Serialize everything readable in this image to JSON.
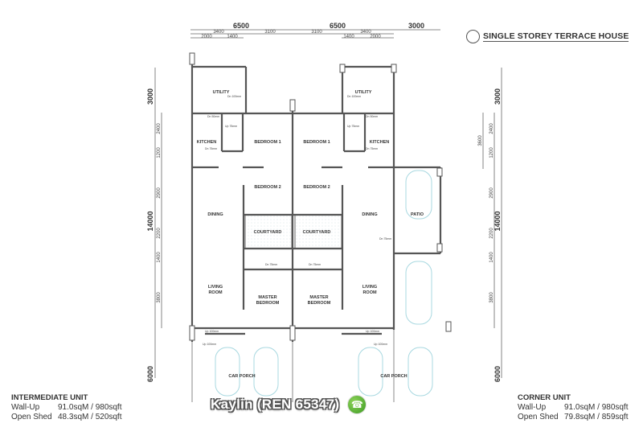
{
  "title": "SINGLE STOREY TERRACE HOUSE",
  "top_dimensions": {
    "overall": [
      "6500",
      "6500",
      "3000"
    ],
    "row2": [
      "3400",
      "3100",
      "3100",
      "3400"
    ],
    "row3": [
      "2000",
      "1400",
      "1400",
      "2000"
    ]
  },
  "left_dimensions": {
    "overall": [
      "3000",
      "14000",
      "6000"
    ],
    "segments": [
      "2400",
      "1200",
      "2900",
      "2200",
      "1400",
      "3800"
    ]
  },
  "right_dimensions": {
    "overall": [
      "3000",
      "14000",
      "6000"
    ],
    "segments": [
      "2400",
      "1200",
      "2900",
      "2200",
      "1400",
      "3800"
    ],
    "extra": "3600"
  },
  "rooms": {
    "utility_left": "UTILITY",
    "utility_right": "UTILITY",
    "kitchen_left": "KITCHEN",
    "kitchen_right": "KITCHEN",
    "bedroom1_left": "BEDROOM 1",
    "bedroom1_right": "BEDROOM 1",
    "bedroom2_left": "BEDROOM 2",
    "bedroom2_right": "BEDROOM 2",
    "dining_left": "DINING",
    "dining_right": "DINING",
    "courtyard_left": "COURTYARD",
    "courtyard_right": "COURTYARD",
    "living_left": [
      "LIVING",
      "ROOM"
    ],
    "living_right": [
      "LIVING",
      "ROOM"
    ],
    "master_left": [
      "MASTER",
      "BEDROOM"
    ],
    "master_right": [
      "MASTER",
      "BEDROOM"
    ],
    "patio": "PATIO",
    "car_porch_left": "CAR PORCH",
    "car_porch_right": "CAR PORCH"
  },
  "level_notes": {
    "dn100": "Dn 100mm",
    "dn50": "Dn 50mm",
    "up75": "Up 75mm",
    "dn75": "Dn 75mm",
    "up100": "Up 100mm"
  },
  "intermediate_unit": {
    "title": "INTERMEDIATE UNIT",
    "rows": [
      {
        "label": "Wall-Up",
        "value": "91.0sqM / 980sqft"
      },
      {
        "label": "Open Shed",
        "value": "48.3sqM / 520sqft"
      }
    ]
  },
  "corner_unit": {
    "title": "CORNER UNIT",
    "rows": [
      {
        "label": "Wall-Up",
        "value": "91.0sqM / 980sqft"
      },
      {
        "label": "Open Shed",
        "value": "79.8sqM / 859sqft"
      }
    ]
  },
  "agent": {
    "name": "Kaylin (REN 65347)",
    "icon": "whatsapp-icon"
  },
  "colors": {
    "wall": "#555555",
    "car_outline": "#a8d8e0",
    "courtyard_fill": "#eef4f6"
  }
}
